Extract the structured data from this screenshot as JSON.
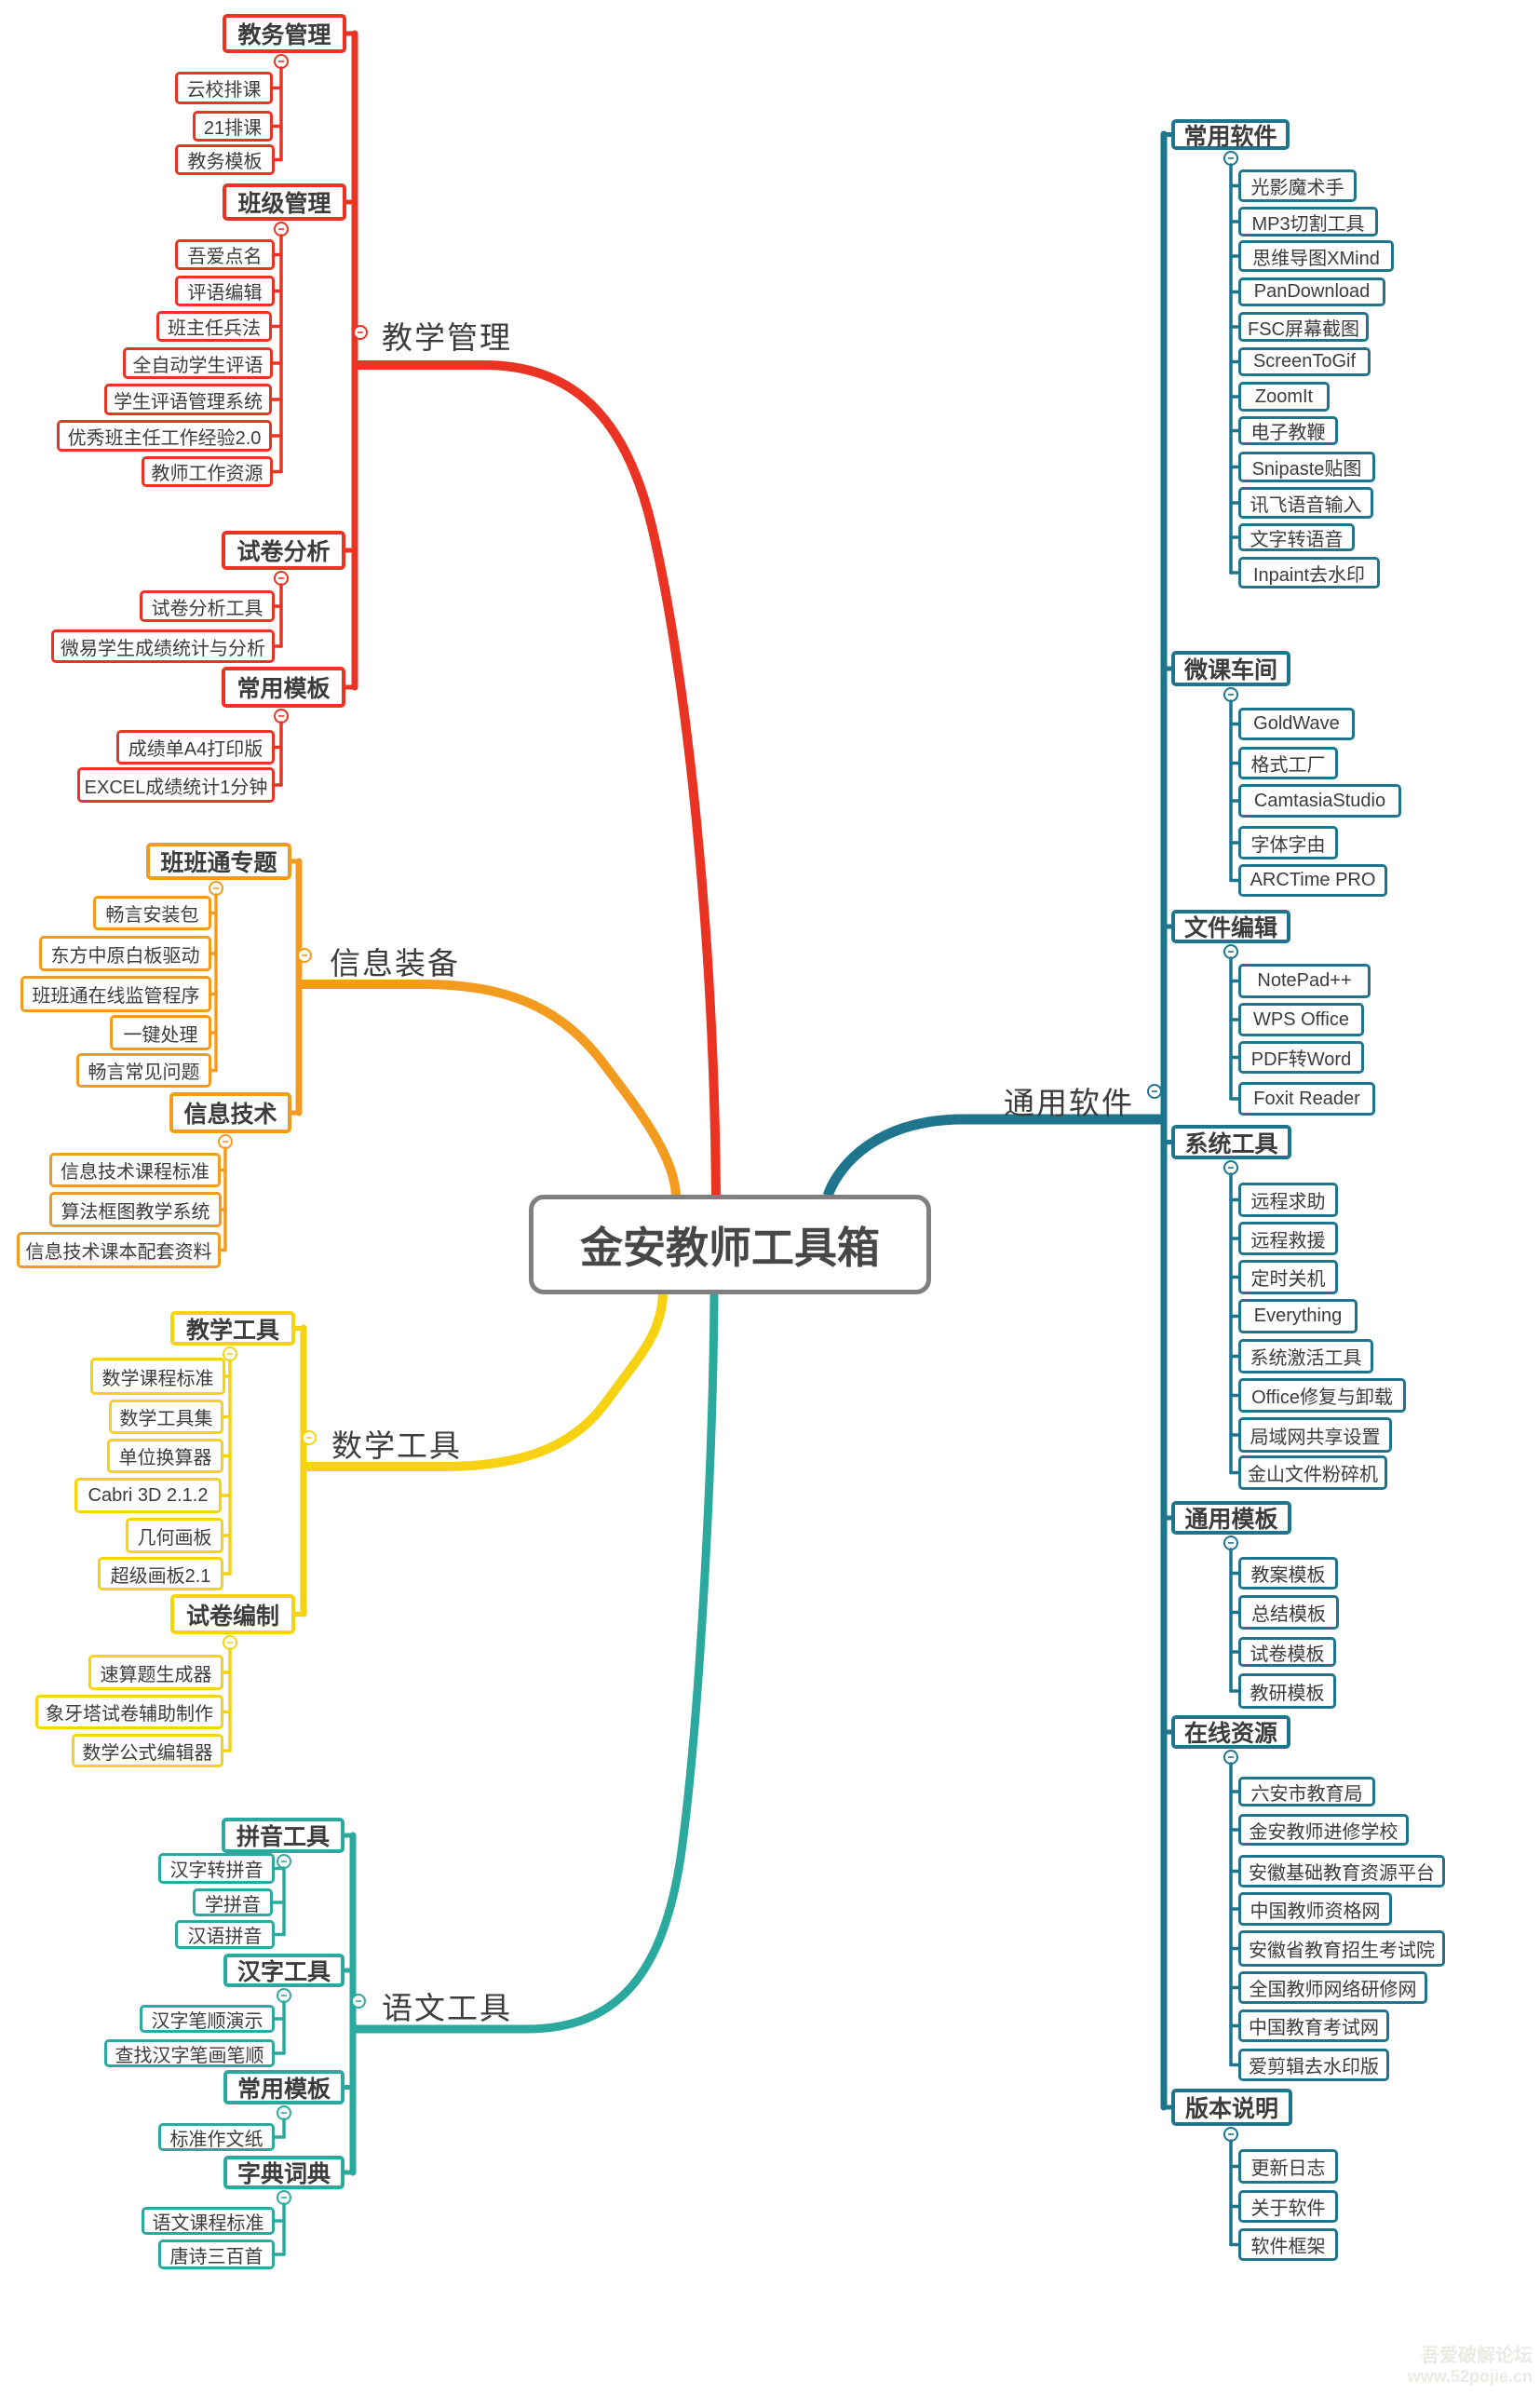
{
  "title": "金安教师工具箱",
  "palette": {
    "center_border": "#7f7f7f",
    "text": "#3c3c3c"
  },
  "watermark": {
    "line1": "吾爱破解论坛",
    "line2": "www.52pojie.cn"
  },
  "branches": [
    {
      "label": "教学管理",
      "color": "#ea3323",
      "groups": [
        {
          "label": "教务管理",
          "items": [
            "云校排课",
            "21排课",
            "教务模板"
          ]
        },
        {
          "label": "班级管理",
          "items": [
            "吾爱点名",
            "评语编辑",
            "班主任兵法",
            "全自动学生评语",
            "学生评语管理系统",
            "优秀班主任工作经验2.0",
            "教师工作资源"
          ]
        },
        {
          "label": "试卷分析",
          "items": [
            "试卷分析工具",
            "微易学生成绩统计与分析"
          ]
        },
        {
          "label": "常用模板",
          "items": [
            "成绩单A4打印版",
            "EXCEL成绩统计1分钟"
          ]
        }
      ]
    },
    {
      "label": "信息装备",
      "color": "#f29b1e",
      "groups": [
        {
          "label": "班班通专题",
          "items": [
            "畅言安装包",
            "东方中原白板驱动",
            "班班通在线监管程序",
            "一键处理",
            "畅言常见问题"
          ]
        },
        {
          "label": "信息技术",
          "items": [
            "信息技术课程标准",
            "算法框图教学系统",
            "信息技术课本配套资料"
          ]
        }
      ]
    },
    {
      "label": "数学工具",
      "color": "#f6d211",
      "groups": [
        {
          "label": "教学工具",
          "items": [
            "数学课程标准",
            "数学工具集",
            "单位换算器",
            "Cabri 3D 2.1.2",
            "几何画板",
            "超级画板2.1"
          ]
        },
        {
          "label": "试卷编制",
          "items": [
            "速算题生成器",
            "象牙塔试卷辅助制作",
            "数学公式编辑器"
          ]
        }
      ]
    },
    {
      "label": "语文工具",
      "color": "#2ba99e",
      "groups": [
        {
          "label": "拼音工具",
          "items": [
            "汉字转拼音",
            "学拼音",
            "汉语拼音"
          ]
        },
        {
          "label": "汉字工具",
          "items": [
            "汉字笔顺演示",
            "查找汉字笔画笔顺"
          ]
        },
        {
          "label": "常用模板",
          "items": [
            "标准作文纸"
          ]
        },
        {
          "label": "字典词典",
          "items": [
            "语文课程标准",
            "唐诗三百首"
          ]
        }
      ]
    },
    {
      "label": "通用软件",
      "color": "#1e758d",
      "groups": [
        {
          "label": "常用软件",
          "items": [
            "光影魔术手",
            "MP3切割工具",
            "思维导图XMind",
            "PanDownload",
            "FSC屏幕截图",
            "ScreenToGif",
            "ZoomIt",
            "电子教鞭",
            "Snipaste贴图",
            "讯飞语音输入",
            "文字转语音",
            "Inpaint去水印"
          ]
        },
        {
          "label": "微课车间",
          "items": [
            "GoldWave",
            "格式工厂",
            "CamtasiaStudio",
            "字体字由",
            "ARCTime PRO"
          ]
        },
        {
          "label": "文件编辑",
          "items": [
            "NotePad++",
            "WPS Office",
            "PDF转Word",
            "Foxit Reader"
          ]
        },
        {
          "label": "系统工具",
          "items": [
            "远程求助",
            "远程救援",
            "定时关机",
            "Everything",
            "系统激活工具",
            "Office修复与卸载",
            "局域网共享设置",
            "金山文件粉碎机"
          ]
        },
        {
          "label": "通用模板",
          "items": [
            "教案模板",
            "总结模板",
            "试卷模板",
            "教研模板"
          ]
        },
        {
          "label": "在线资源",
          "items": [
            "六安市教育局",
            "金安教师进修学校",
            "安徽基础教育资源平台",
            "中国教师资格网",
            "安徽省教育招生考试院",
            "全国教师网络研修网",
            "中国教育考试网",
            "爱剪辑去水印版"
          ]
        },
        {
          "label": "版本说明",
          "items": [
            "更新日志",
            "关于软件",
            "软件框架"
          ]
        }
      ]
    }
  ]
}
